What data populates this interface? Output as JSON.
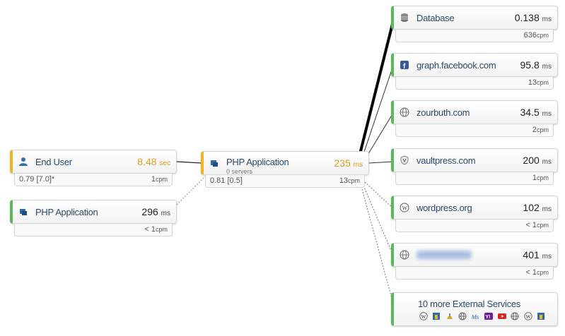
{
  "nodes": {
    "end_user": {
      "name": "End User",
      "metric": "8.48",
      "unit": "sec",
      "sub_left": "0.79 [7.0]*",
      "cpm": "1",
      "cpm_unit": "cpm"
    },
    "php_left": {
      "name": "PHP Application",
      "metric": "296",
      "unit": "ms",
      "cpm": "< 1",
      "cpm_unit": "cpm"
    },
    "php_center": {
      "name": "PHP Application",
      "small": "0 servers",
      "metric": "235",
      "unit": "ms",
      "sub_left": "0.81 [0.5]",
      "cpm": "13",
      "cpm_unit": "cpm"
    },
    "database": {
      "name": "Database",
      "metric": "0.138",
      "unit": "ms",
      "cpm": "636",
      "cpm_unit": "cpm"
    },
    "facebook": {
      "name": "graph.facebook.com",
      "metric": "95.8",
      "unit": "ms",
      "cpm": "13",
      "cpm_unit": "cpm"
    },
    "zourbuth": {
      "name": "zourbuth.com",
      "metric": "34.5",
      "unit": "ms",
      "cpm": "2",
      "cpm_unit": "cpm"
    },
    "vaultpress": {
      "name": "vaultpress.com",
      "metric": "200",
      "unit": "ms",
      "cpm": "1",
      "cpm_unit": "cpm"
    },
    "wordpress": {
      "name": "wordpress.org",
      "metric": "102",
      "unit": "ms",
      "cpm": "< 1",
      "cpm_unit": "cpm"
    },
    "hidden": {
      "metric": "401",
      "unit": "ms",
      "cpm": "< 1",
      "cpm_unit": "cpm"
    },
    "more": {
      "name": "10 more External Services"
    }
  },
  "more_icons": [
    "wordpress-icon",
    "app-icon",
    "lamp-icon",
    "globe-icon",
    "ms-icon",
    "yahoo-icon",
    "youtube-icon",
    "globe-icon",
    "wordpress-icon",
    "app-icon"
  ],
  "colors": {
    "green": "#5cb85c",
    "orange": "#f0b429",
    "link": "#2b4a6b"
  }
}
